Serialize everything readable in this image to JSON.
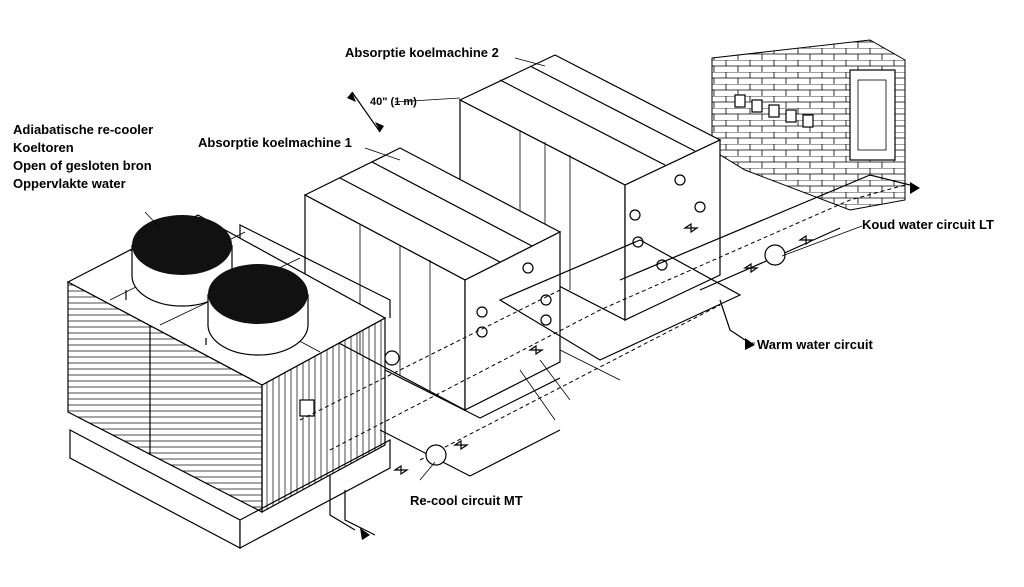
{
  "labels": {
    "recooler_lines": [
      "Adiabatische re-cooler",
      "Koeltoren",
      "Open of gesloten bron",
      "Oppervlakte water"
    ],
    "absorption_1": "Absorptie koelmachine 1",
    "absorption_2": "Absorptie koelmachine 2",
    "spacing": "40\" (1 m)",
    "cold_circuit": "Koud water circuit LT",
    "warm_circuit": "Warm water circuit",
    "recool_circuit": "Re-cool circuit MT"
  }
}
